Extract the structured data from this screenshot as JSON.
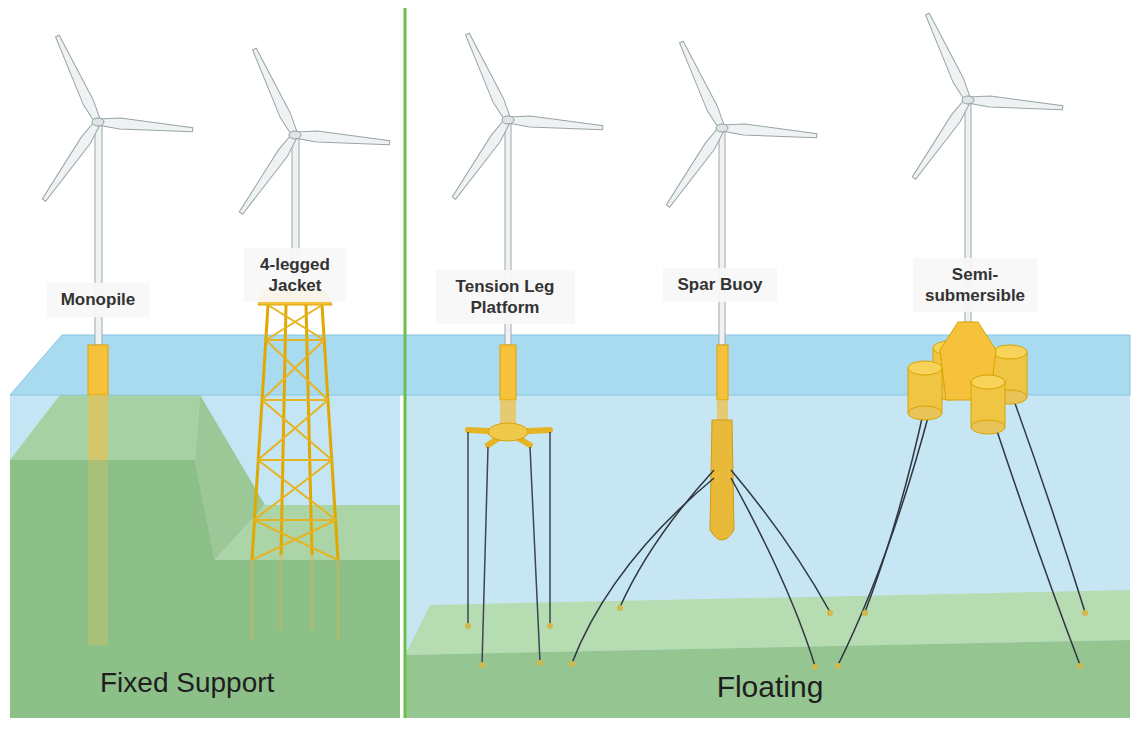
{
  "diagram": {
    "nodes": [
      {
        "text": [
          "Monopile"
        ]
      },
      {
        "text": [
          "4-legged Jacket"
        ]
      },
      {
        "text": [
          "Tension Leg Platform"
        ]
      },
      {
        "text": [
          "Spar Buoy"
        ]
      },
      {
        "text": [
          "Semi-submersible"
        ]
      }
    ],
    "labels": [
      "Fixed Support",
      "Floating"
    ]
  }
}
